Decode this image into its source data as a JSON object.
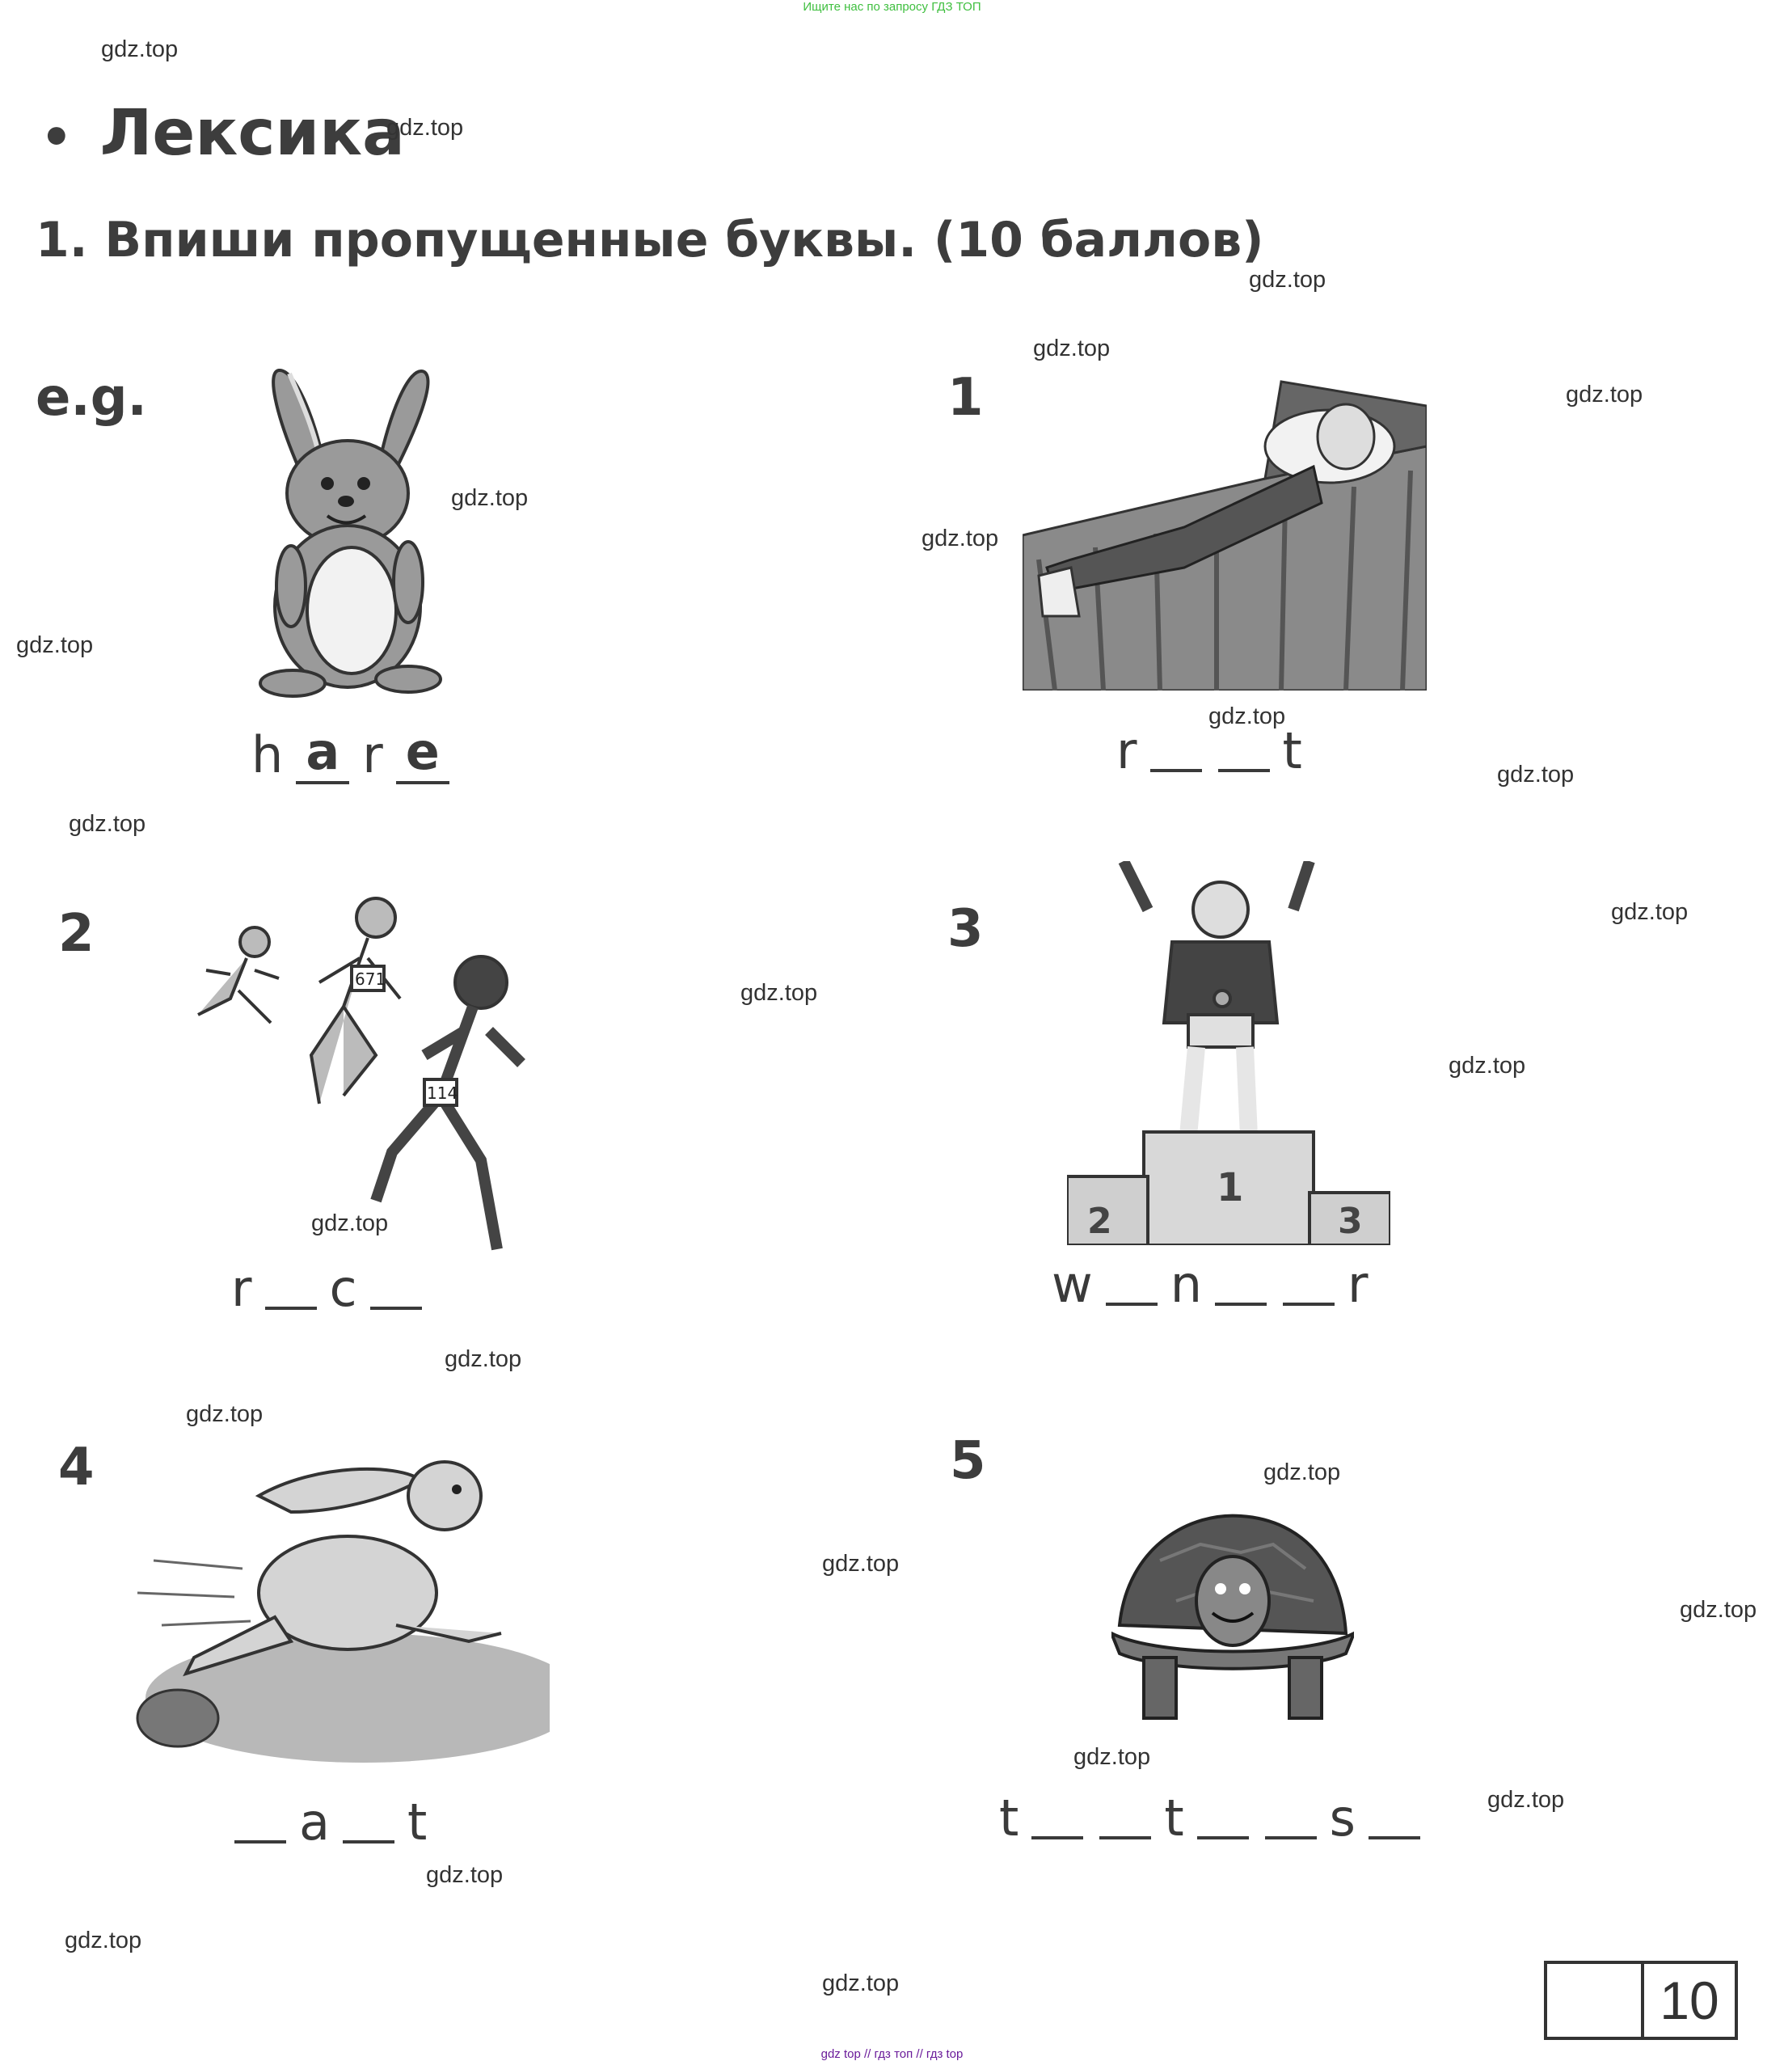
{
  "banner_top": "Ищите нас по запросу ГДЗ ТОП",
  "banner_bottom": "gdz top  //  гдз топ  //  гдз top",
  "watermark": "gdz.top",
  "section": {
    "bullet": "•",
    "title": "Лексика"
  },
  "task": {
    "title": "1. Впиши пропущенные буквы. (10 баллов)"
  },
  "items": [
    {
      "label": "e.g.",
      "picture": "hare-icon",
      "word": [
        "h",
        "_a",
        "r",
        "_e"
      ]
    },
    {
      "label": "1",
      "picture": "boy-resting-on-bed-icon",
      "word": [
        "r",
        "_",
        "_",
        "t"
      ]
    },
    {
      "label": "2",
      "picture": "runners-race-icon",
      "word": [
        "r",
        "_",
        "c",
        "_"
      ]
    },
    {
      "label": "3",
      "picture": "winner-on-podium-icon",
      "word": [
        "w",
        "_",
        "n",
        "_",
        "_",
        "r"
      ]
    },
    {
      "label": "4",
      "picture": "hare-and-snail-icon",
      "word": [
        "_",
        "a",
        "_",
        "t"
      ]
    },
    {
      "label": "5",
      "picture": "tortoise-icon",
      "word": [
        "t",
        "_",
        "_",
        "t",
        "_",
        "_",
        "s",
        "_"
      ]
    }
  ],
  "podium_numbers": [
    "1",
    "2",
    "3"
  ],
  "bib_numbers": [
    "671",
    "114"
  ],
  "score": {
    "max": "10"
  }
}
